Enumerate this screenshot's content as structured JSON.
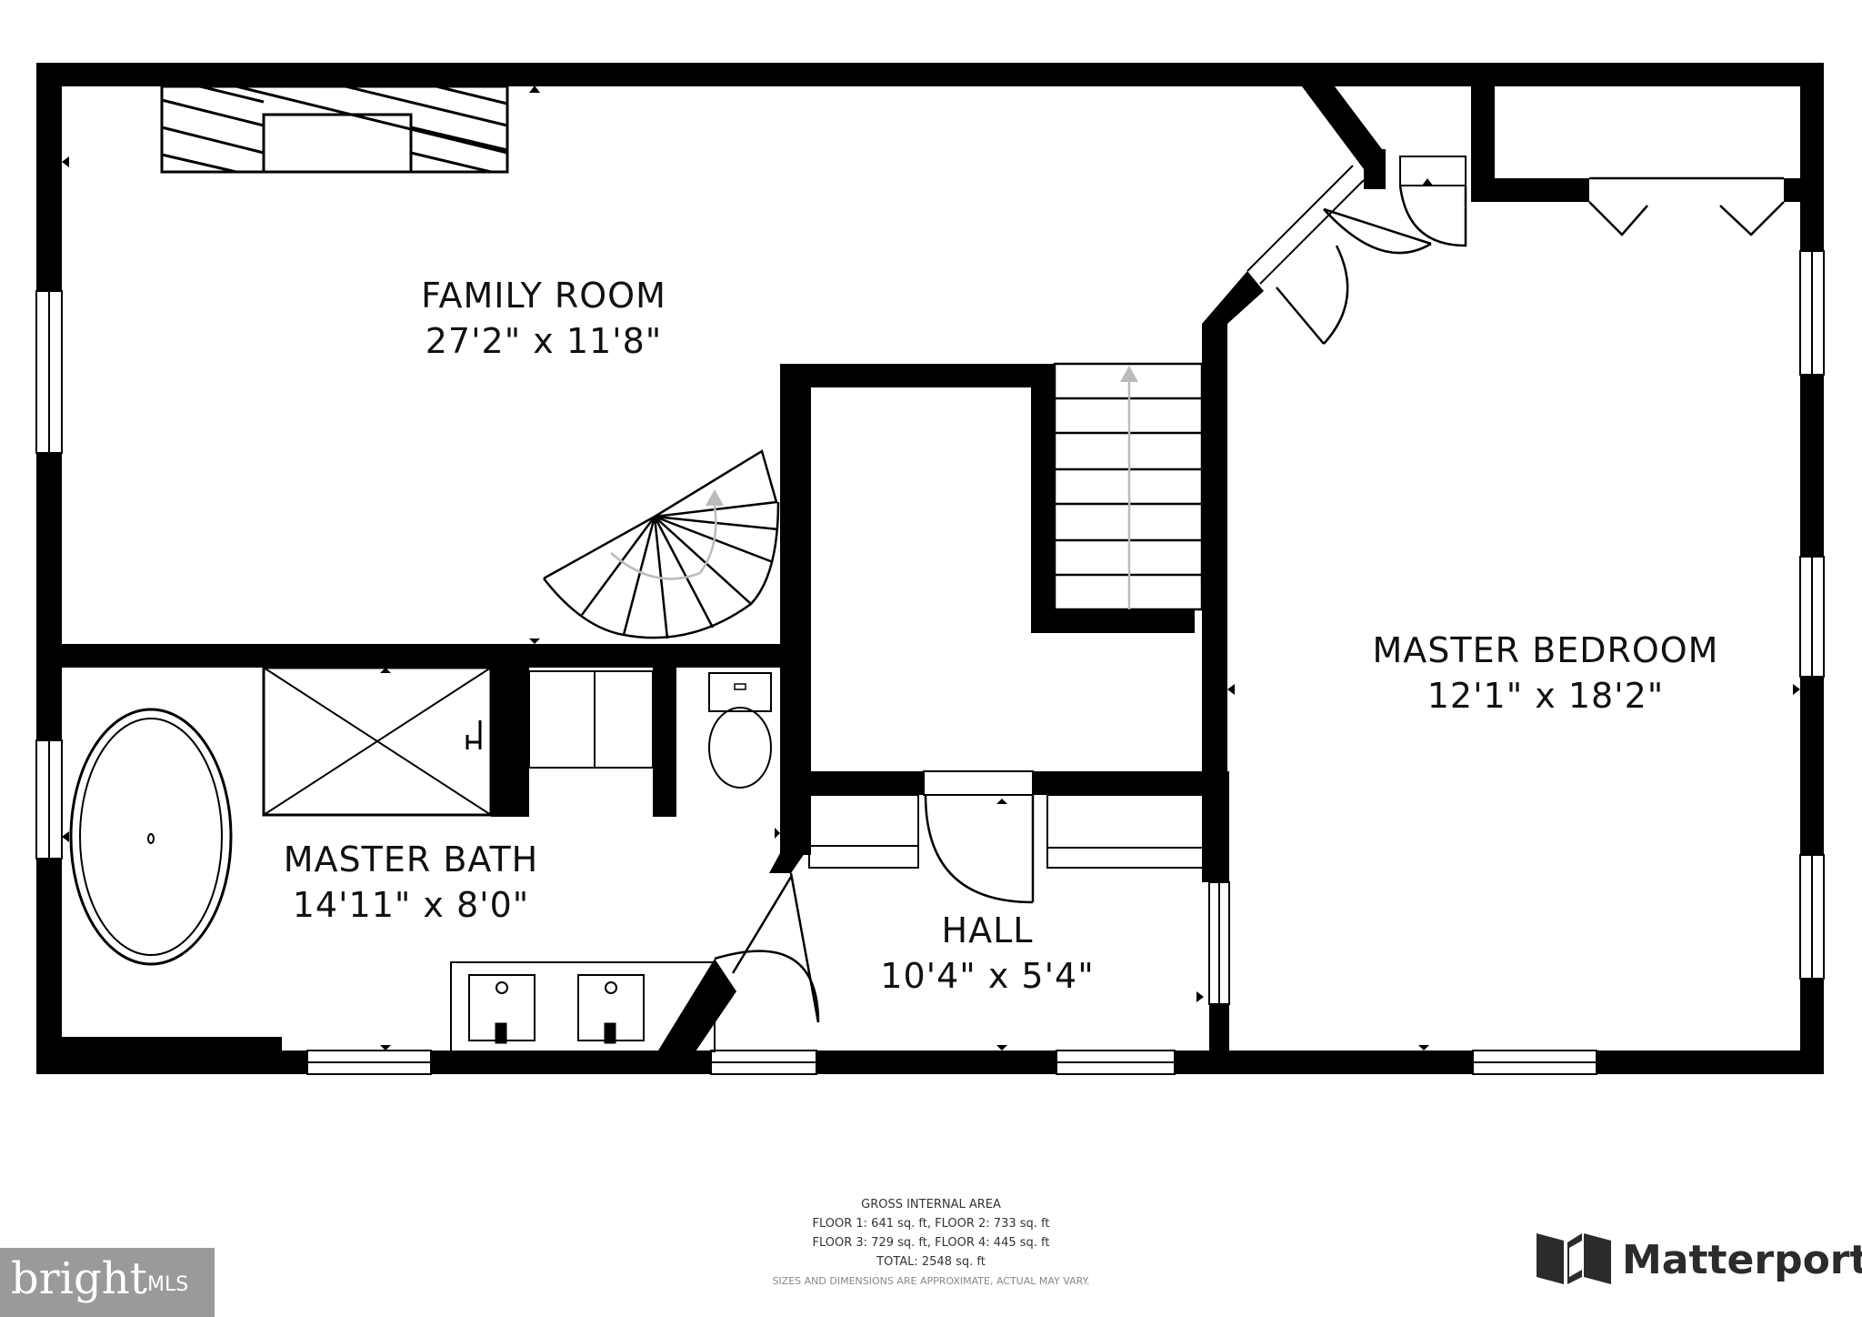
{
  "rooms": {
    "family_room": {
      "name": "FAMILY ROOM",
      "dims": "27'2\" x 11'8\""
    },
    "master_bedroom": {
      "name": "MASTER BEDROOM",
      "dims": "12'1\" x 18'2\""
    },
    "master_bath": {
      "name": "MASTER BATH",
      "dims": "14'11\" x 8'0\""
    },
    "hall": {
      "name": "HALL",
      "dims": "10'4\" x 5'4\""
    }
  },
  "area_summary": {
    "heading": "GROSS INTERNAL AREA",
    "line1": "FLOOR 1: 641 sq. ft, FLOOR 2: 733 sq. ft",
    "line2": "FLOOR 3: 729 sq. ft, FLOOR 4: 445 sq. ft",
    "total": "TOTAL: 2548 sq. ft",
    "note": "SIZES AND DIMENSIONS ARE APPROXIMATE, ACTUAL MAY VARY."
  },
  "logos": {
    "left": {
      "word": "bright",
      "suffix": "MLS"
    },
    "right": {
      "word": "Matterport"
    }
  },
  "colors": {
    "wall": "#000000",
    "background": "#ffffff",
    "logo_gray": "#9a9a9a"
  }
}
